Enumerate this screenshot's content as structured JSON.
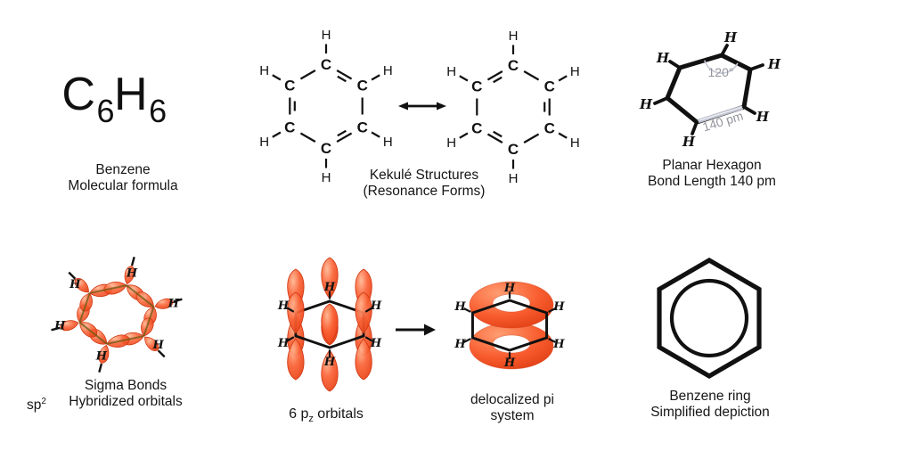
{
  "panels": {
    "formula": {
      "parts": {
        "c": "C",
        "c_sub": "6",
        "h": "H",
        "h_sub": "6"
      },
      "caption": [
        "Benzene",
        "Molecular formula"
      ]
    },
    "kekule": {
      "carbon": "C",
      "hydrogen": "H",
      "caption": [
        "Kekulé Structures",
        "(Resonance Forms)"
      ],
      "structures": [
        {
          "id": "kekule-structure-1",
          "double_edges": [
            0,
            2,
            4
          ]
        },
        {
          "id": "kekule-structure-2",
          "double_edges": [
            1,
            3,
            5
          ]
        }
      ]
    },
    "planar": {
      "angle": "120°",
      "bond_length": "140 pm",
      "hydrogen": "H",
      "caption": [
        "Planar Hexagon",
        "Bond Length 140 pm"
      ]
    },
    "sigma": {
      "caption_line1": "Sigma Bonds",
      "sp_base": "sp",
      "sp_exp": "2",
      "caption_line2": "Hybridized orbitals",
      "hydrogen": "H"
    },
    "pz": {
      "label_pre": "6 p",
      "label_sub": "z",
      "label_post": " orbitals",
      "hydrogen": "H"
    },
    "pi": {
      "caption": [
        "delocalized pi",
        "system"
      ],
      "hydrogen": "H"
    },
    "simplified": {
      "caption": [
        "Benzene ring",
        "Simplified depiction"
      ]
    }
  },
  "icons": {
    "resonance_arrow": "double-headed-arrow",
    "reaction_arrow": "right-arrow"
  },
  "colors": {
    "ink": "#161616",
    "structure_black": "#111111",
    "gray_label": "#94949c",
    "silver_highlight": "#bfc3cf",
    "orbital_light": "#ffb793",
    "orbital_mid": "#fa6236",
    "orbital_dark": "#e63c0e",
    "orbital_outline": "#cf3510",
    "bond_axis": "#6b5a13"
  }
}
